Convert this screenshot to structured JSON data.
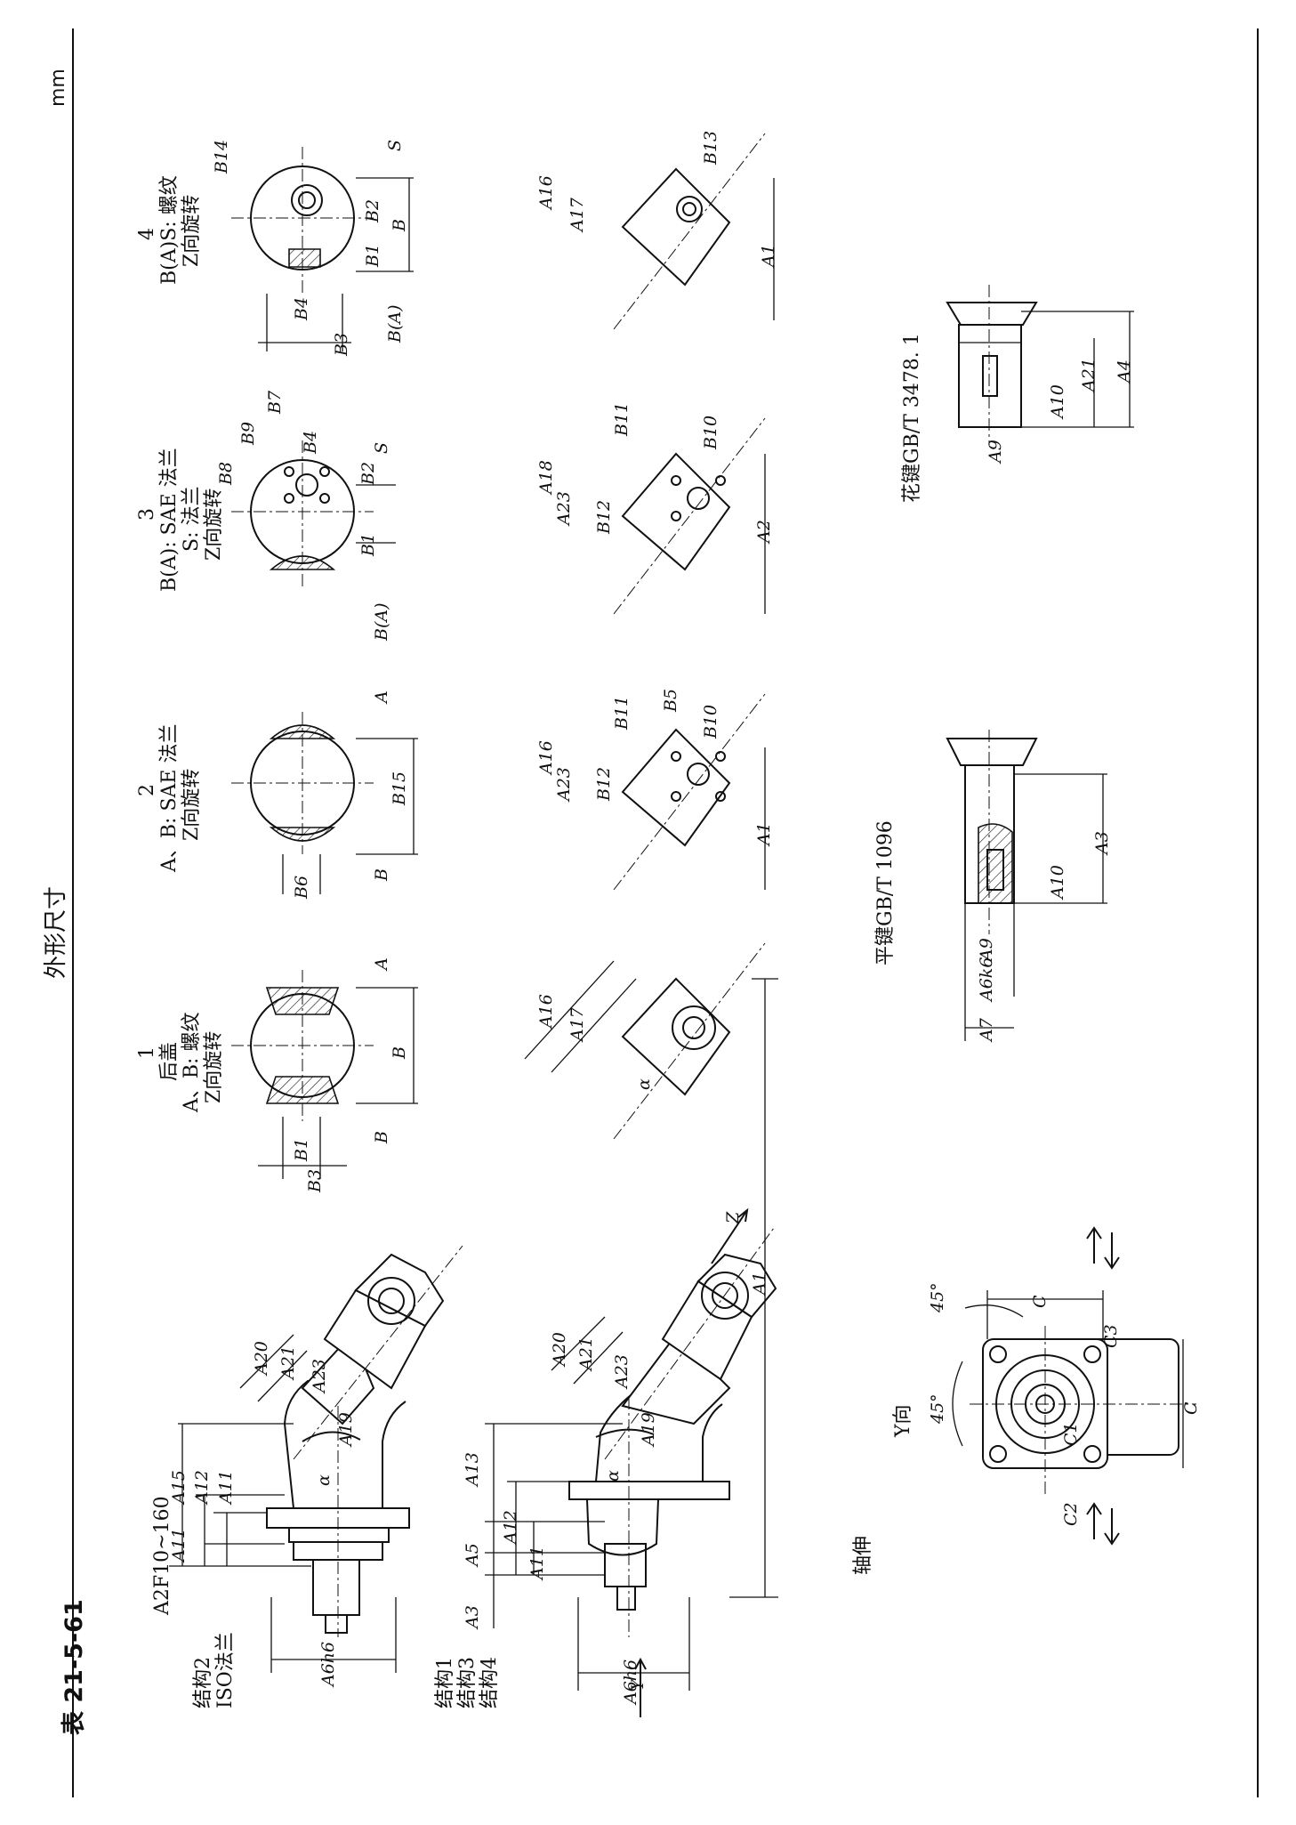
{
  "page": {
    "table_no": "表 21-5-61",
    "heading": "外形尺寸",
    "unit": "mm"
  },
  "left": {
    "model": "A2F10~160",
    "struct_iso": [
      "结构2",
      "ISO法兰"
    ],
    "struct_list": [
      "结构1",
      "结构3",
      "结构4"
    ],
    "view_y": "Y",
    "shaft": "轴伸",
    "yview": "Y向"
  },
  "views": [
    {
      "num": "1",
      "lines": [
        "后盖",
        "A、B: 螺纹",
        "Z向旋转"
      ]
    },
    {
      "num": "2",
      "lines": [
        "A、B: SAE 法兰",
        "Z向旋转"
      ]
    },
    {
      "num": "3",
      "lines": [
        "B(A): SAE 法兰",
        "S: 法兰",
        "Z向旋转"
      ]
    },
    {
      "num": "4",
      "lines": [
        "B(A)S: 螺纹",
        "Z向旋转"
      ]
    }
  ],
  "keys": {
    "flat": "平键GB/T 1096",
    "spline": "花键GB/T 3478. 1"
  },
  "dims": {
    "A1": "A1",
    "A2": "A2",
    "A3": "A3",
    "A4": "A4",
    "A5": "A5",
    "A6h6": "A6h6",
    "A6k6": "A6k6",
    "A7": "A7",
    "A9": "A9",
    "A10": "A10",
    "A11": "A11",
    "A12": "A12",
    "A13": "A13",
    "A15": "A15",
    "A16": "A16",
    "A17": "A17",
    "A18": "A18",
    "A19": "A19",
    "A20": "A20",
    "A21": "A21",
    "A23": "A23",
    "B": "B",
    "B1": "B1",
    "B2": "B2",
    "B3": "B3",
    "B4": "B4",
    "B5": "B5",
    "B6": "B6",
    "B7": "B7",
    "B8": "B8",
    "B9": "B9",
    "B10": "B10",
    "B11": "B11",
    "B12": "B12",
    "B13": "B13",
    "B14": "B14",
    "B15": "B15",
    "C": "C",
    "C1": "C1",
    "C2": "C2",
    "C3": "C3",
    "alpha": "α",
    "deg45": "45°",
    "Z": "Z",
    "A_port": "A",
    "B_port": "B",
    "BA_port": "B(A)",
    "S_port": "S"
  }
}
